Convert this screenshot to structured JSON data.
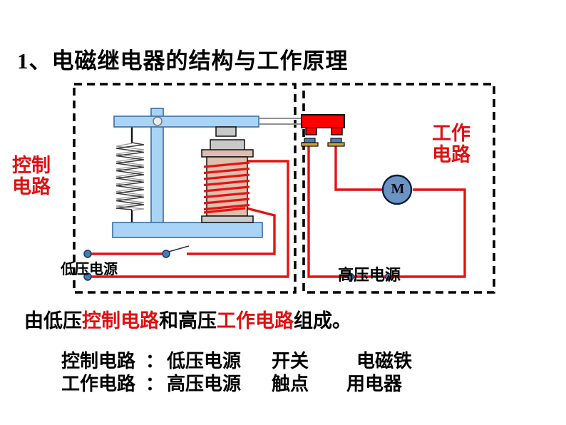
{
  "slide": {
    "title": "1、电磁继电器的结构与工作原理",
    "colors": {
      "red_text": "#dd1111",
      "wire_red": "#e41410",
      "contact_red": "#fe0000",
      "light_blue": "#aad4f6",
      "blue_border": "#3a6ea5",
      "steel_blue": "#6b94c6",
      "terminal_blue": "#4a79b2",
      "contact_gold": "#c9a43a",
      "coil_tan": "#ddc0ae",
      "metal_gray": "#c9c9c9"
    }
  },
  "diagram": {
    "control_box_label_line1": "控制",
    "control_box_label_line2": "电路",
    "work_box_label_line1": "工作",
    "work_box_label_line2": "电路",
    "low_voltage_label": "低压电源",
    "high_voltage_label": "高压电源",
    "motor_label": "M"
  },
  "summary": {
    "part1": "由低压",
    "part2": "控制电路",
    "part3": "和高压",
    "part4": "工作电路",
    "part5": "组成。"
  },
  "breakdown": {
    "line1": {
      "label": "控制电路",
      "colon": "：",
      "item1": "低压电源",
      "item2": "开关",
      "item3": "电磁铁"
    },
    "line2": {
      "label": "工作电路",
      "colon": "：",
      "item1": "高压电源",
      "item2": "触点",
      "item3": "用电器"
    }
  }
}
